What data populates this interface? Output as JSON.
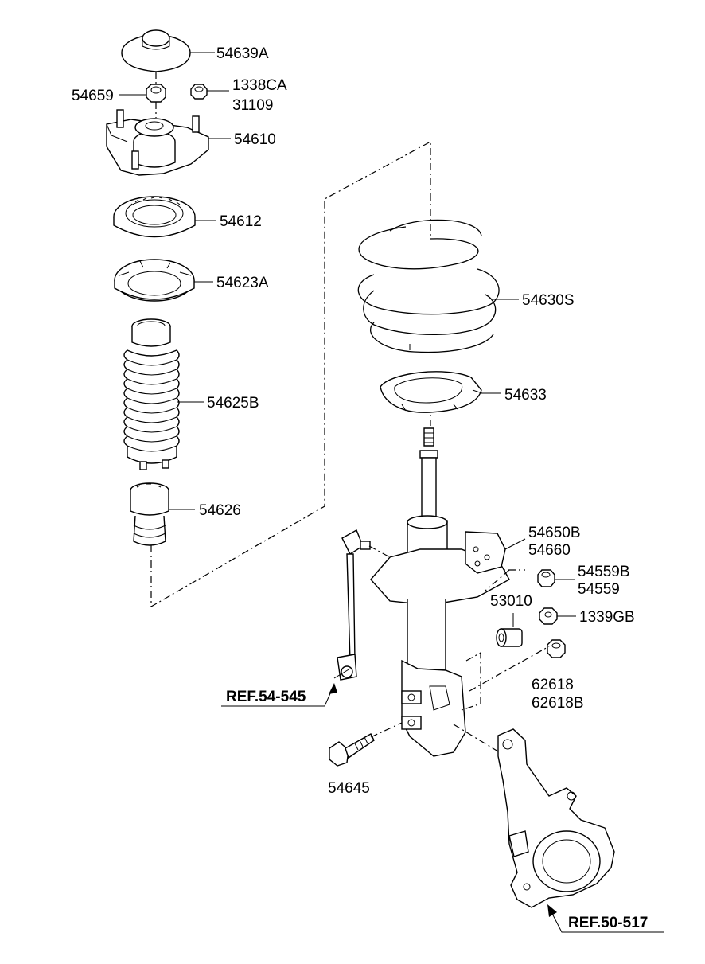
{
  "parts": {
    "p54639A": "54639A",
    "p54659": "54659",
    "p1338CA": "1338CA",
    "p31109": "31109",
    "p54610": "54610",
    "p54612": "54612",
    "p54623A": "54623A",
    "p54625B": "54625B",
    "p54626": "54626",
    "p54630S": "54630S",
    "p54633": "54633",
    "p54650B": "54650B",
    "p54660": "54660",
    "p54559B": "54559B",
    "p54559": "54559",
    "p53010": "53010",
    "p1339GB": "1339GB",
    "p62618": "62618",
    "p62618B": "62618B",
    "p54645": "54645"
  },
  "refs": {
    "ref_54545": "REF.54-545",
    "ref_50517": "REF.50-517"
  }
}
